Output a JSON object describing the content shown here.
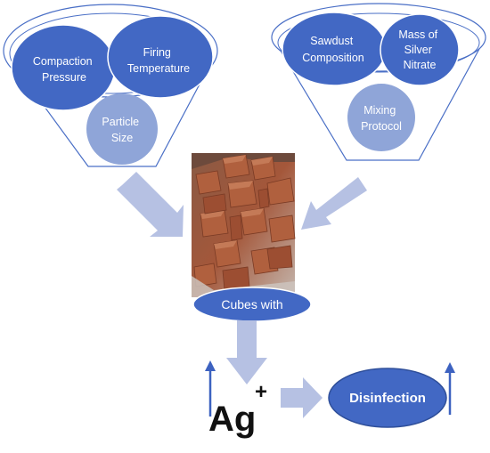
{
  "left_funnel": {
    "circles": [
      {
        "lines": [
          "Compaction",
          "Pressure"
        ]
      },
      {
        "lines": [
          "Firing",
          "Temperature"
        ]
      },
      {
        "lines": [
          "Particle",
          "Size"
        ]
      }
    ]
  },
  "right_funnel": {
    "circles": [
      {
        "lines": [
          "Sawdust",
          "Composition"
        ]
      },
      {
        "lines": [
          "Mass of",
          "Silver",
          "Nitrate"
        ]
      },
      {
        "lines": [
          "Mixing",
          "Protocol"
        ]
      }
    ]
  },
  "cubes_label": "Cubes with",
  "ion": {
    "symbol": "Ag",
    "charge": "+"
  },
  "outcome": "Disinfection",
  "colors": {
    "dark_blue": "#4268c4",
    "light_blue": "#8fa5d8",
    "arrow_blue": "#b6c1e3",
    "up_arrow": "#3d62c0",
    "outline": "#4a6fc6"
  }
}
